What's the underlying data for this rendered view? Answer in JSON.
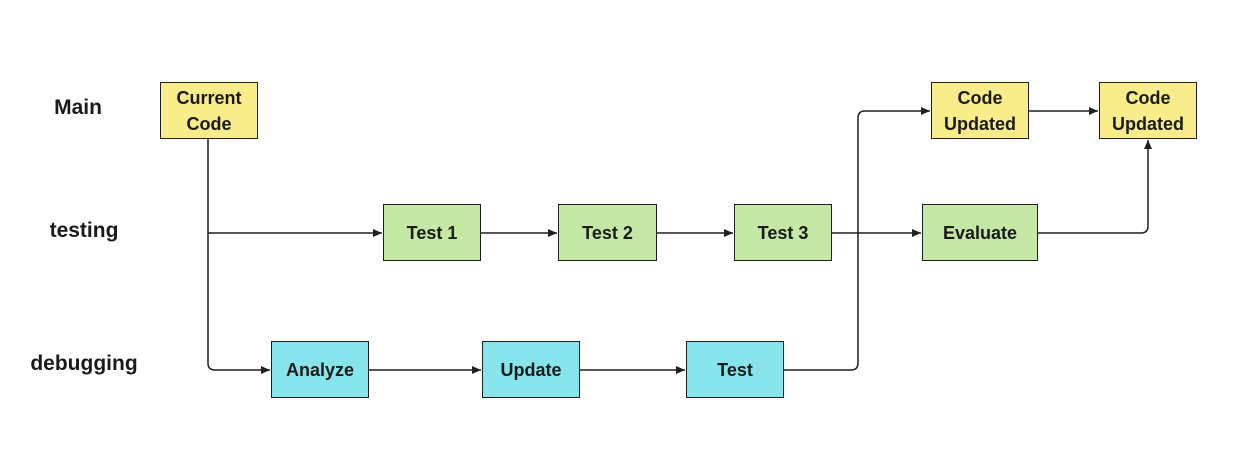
{
  "colors": {
    "main": "#f9ec8b",
    "testing": "#c5e8a6",
    "debugging": "#86e4ea",
    "stroke": "#1f1f1f"
  },
  "lanes": {
    "main": "Main",
    "testing": "testing",
    "debugging": "debugging"
  },
  "nodes": {
    "current_code": "Current Code",
    "code_updated_1": "Code Updated",
    "code_updated_2": "Code Updated",
    "test1": "Test 1",
    "test2": "Test 2",
    "test3": "Test 3",
    "evaluate": "Evaluate",
    "analyze": "Analyze",
    "update": "Update",
    "test": "Test"
  }
}
